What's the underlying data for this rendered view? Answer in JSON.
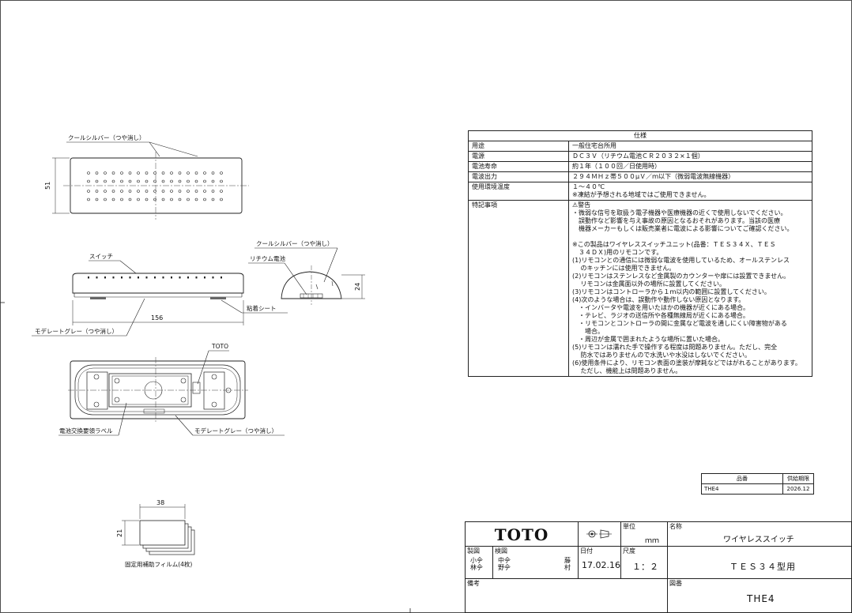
{
  "drawing": {
    "top_view": {
      "label_finish": "クールシルバー（つや消し）",
      "dim_height": "51"
    },
    "side_view": {
      "label_switch": "スイッチ",
      "label_finish": "モデレートグレー（つや消し）",
      "dim_length": "156",
      "label_adhesive": "粘着シート"
    },
    "end_view": {
      "label_finish": "クールシルバー（つや消し）",
      "label_battery": "リチウム電池",
      "dim_height": "24"
    },
    "bottom_view": {
      "label_brand": "TOTO",
      "label_battery_label": "電池交換要領ラベル",
      "label_finish": "モデレートグレー（つや消し）"
    },
    "film": {
      "dim_width": "38",
      "dim_height": "21",
      "caption": "固定用補助フィルム(4枚)"
    }
  },
  "spec": {
    "header": "仕様",
    "rows": [
      {
        "label": "用途",
        "value": [
          "一般住宅台所用"
        ]
      },
      {
        "label": "電源",
        "value": [
          "ＤＣ３Ｖ（リチウム電池ＣＲ２０３２×１個）"
        ]
      },
      {
        "label": "電池寿命",
        "value": [
          "約１年（１００回／日使用時）"
        ]
      },
      {
        "label": "電波出力",
        "value": [
          "２９４ＭＨｚ帯５００μＶ／ｍ以下（微弱電波無線機器）"
        ]
      },
      {
        "label": "使用環境温度",
        "value": [
          "１～４０℃",
          "※凍結が予想される地域ではご使用できません。"
        ]
      },
      {
        "label": "特記事項",
        "value": [
          "⚠警告",
          "・微弱な信号を取扱う電子機器や医療機器の近くで使用しないでください。",
          "　誤動作など影響を与え事故の原因となるおそれがあります。当該の医療",
          "　機器メーカーもしくは販売業者に電波による影響についてご確認ください。",
          "",
          "※この製品はワイヤレススイッチユニット(品番：ＴＥＳ３４Ｘ、ＴＥＳ",
          "　３４ＤＸ)用のリモコンです。",
          "(1)リモコンとの通信には微弱な電波を使用しているため、オールステンレス",
          "　 のキッチンには使用できません。",
          "(2)リモコンはステンレスなど金属製のカウンターや扉には設置できません。",
          "　 リモコンは金属面以外の場所に設置してください。",
          "(3)リモコンはコントローラから１ｍ以内の範囲に設置してください。",
          "(4)次のような場合は、誤動作や動作しない原因となります。",
          "　・インバータや電波を用いたほかの機器が近くにある場合。",
          "　・テレビ、ラジオの送信所や各種無線局が近くにある場合。",
          "　・リモコンとコントローラの間に金属など電波を通しにくい障害物がある",
          "　　場合。",
          "　・周辺が金属で囲まれたような場所に置いた場合。",
          "(5)リモコンは濡れた手で操作する程度は問題ありません。ただし、完全",
          "　 防水ではありませんので水洗いや水没はしないでください。",
          "(6)使用条件により、リモコン表面の塗装が摩耗などではがれることがあります。",
          "　 ただし、機能上は問題ありません。"
        ]
      }
    ]
  },
  "product": {
    "col_part": "品番",
    "col_supply": "供給期限",
    "part": "THE4",
    "supply": "2026.12"
  },
  "title_block": {
    "logo": "TOTO",
    "unit_label": "単位",
    "unit_value": "ｍｍ",
    "name_label": "名称",
    "name_value": "ワイヤレススイッチ",
    "made_label": "製図",
    "made_by": "小𫝆\n林𫝆",
    "check_label": "検図",
    "check_by": "中𫝆\n野𫝆",
    "check_by2": "藤\n村",
    "date_label": "日付",
    "date_value": "17.02.16",
    "scale_label": "尺度",
    "scale_value": "１：２",
    "model_value": "ＴＥＳ３４型用",
    "remarks_label": "備考",
    "drawing_no_label": "図番",
    "drawing_no": "THE4"
  }
}
